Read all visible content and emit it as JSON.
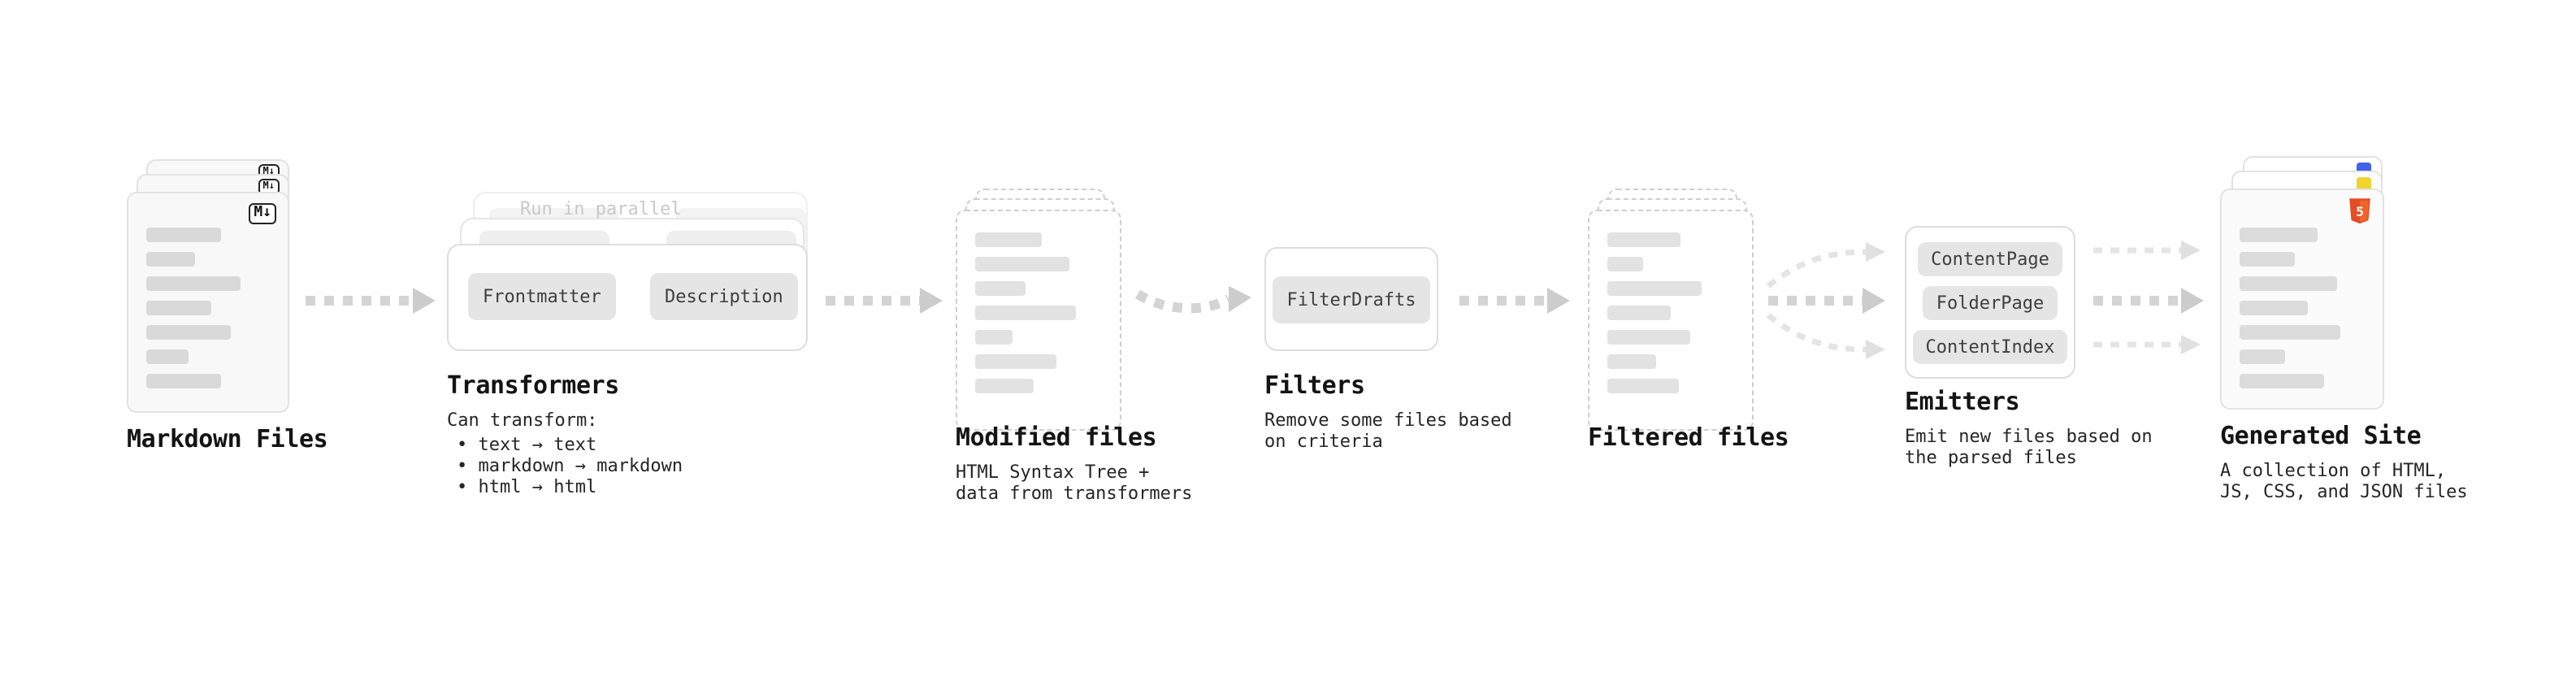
{
  "nodes": {
    "markdown_files": {
      "title": "Markdown Files",
      "badge": "M↓"
    },
    "transformers": {
      "title": "Transformers",
      "parallel_label": "Run in parallel",
      "step1": "Frontmatter",
      "step2": "Description",
      "desc_heading": "Can transform:",
      "desc_items": [
        "text → text",
        "markdown → markdown",
        "html → html"
      ]
    },
    "modified_files": {
      "title": "Modified files",
      "desc": "HTML Syntax Tree +\ndata from transformers"
    },
    "filters": {
      "title": "Filters",
      "button": "FilterDrafts",
      "desc": "Remove some files based\non criteria"
    },
    "filtered_files": {
      "title": "Filtered files"
    },
    "emitters": {
      "title": "Emitters",
      "buttons": [
        "ContentPage",
        "FolderPage",
        "ContentIndex"
      ],
      "desc": "Emit new files based on\nthe parsed files"
    },
    "generated_site": {
      "title": "Generated Site",
      "badge": "5",
      "desc": "A collection of HTML,\nJS, CSS, and JSON files"
    }
  },
  "colors": {
    "arrow": "#d4d4d4",
    "arrow_light": "#e4e4e4",
    "card_bg": "#f8f8f8",
    "card_border": "#e2e2e2",
    "bar": "#d9d9d9",
    "chip_bg": "#e5e5e5",
    "frame_border": "#dddddd",
    "html5": "#e44d26",
    "js": "#f1d32e",
    "css": "#3f62e9"
  }
}
